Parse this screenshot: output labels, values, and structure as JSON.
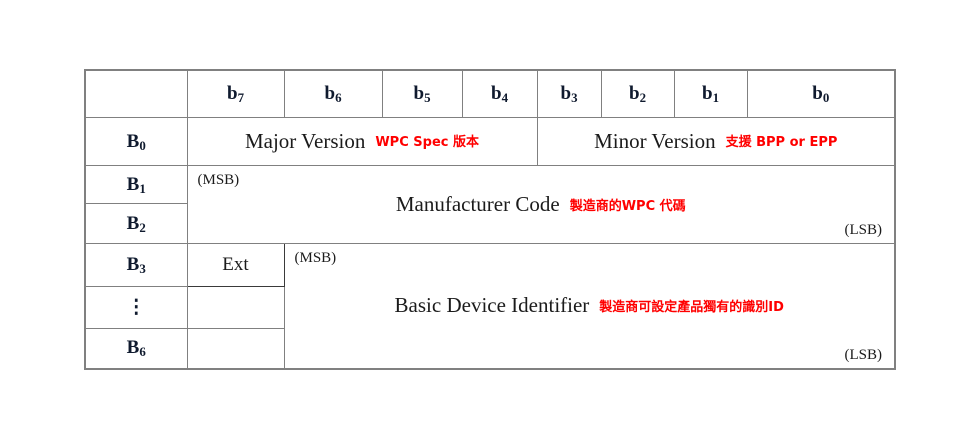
{
  "table": {
    "bit_headers": [
      {
        "base": "b",
        "sub": "7"
      },
      {
        "base": "b",
        "sub": "6"
      },
      {
        "base": "b",
        "sub": "5"
      },
      {
        "base": "b",
        "sub": "4"
      },
      {
        "base": "b",
        "sub": "3"
      },
      {
        "base": "b",
        "sub": "2"
      },
      {
        "base": "b",
        "sub": "1"
      },
      {
        "base": "b",
        "sub": "0"
      }
    ],
    "corner_label": "",
    "byte_labels": {
      "b0": {
        "base": "B",
        "sub": "0"
      },
      "b1": {
        "base": "B",
        "sub": "1"
      },
      "b2": {
        "base": "B",
        "sub": "2"
      },
      "b3": {
        "base": "B",
        "sub": "3"
      },
      "ellipsis": "⋮",
      "b6": {
        "base": "B",
        "sub": "6"
      }
    },
    "fields": {
      "major_version": {
        "name": "Major Version",
        "note": "WPC Spec 版本"
      },
      "minor_version": {
        "name": "Minor Version",
        "note": "支援 BPP or EPP"
      },
      "manufacturer_code": {
        "name": "Manufacturer Code",
        "note": "製造商的WPC 代碼",
        "msb": "(MSB)",
        "lsb": "(LSB)"
      },
      "ext": {
        "name": "Ext"
      },
      "basic_device_identifier": {
        "name": "Basic Device Identifier",
        "note": "製造商可設定產品獨有的識別ID",
        "msb": "(MSB)",
        "lsb": "(LSB)"
      }
    },
    "colors": {
      "note_red": "#ff0000",
      "header_fill": "#f2f2f2",
      "border": "#808080",
      "text": "#1b1b1b"
    }
  }
}
